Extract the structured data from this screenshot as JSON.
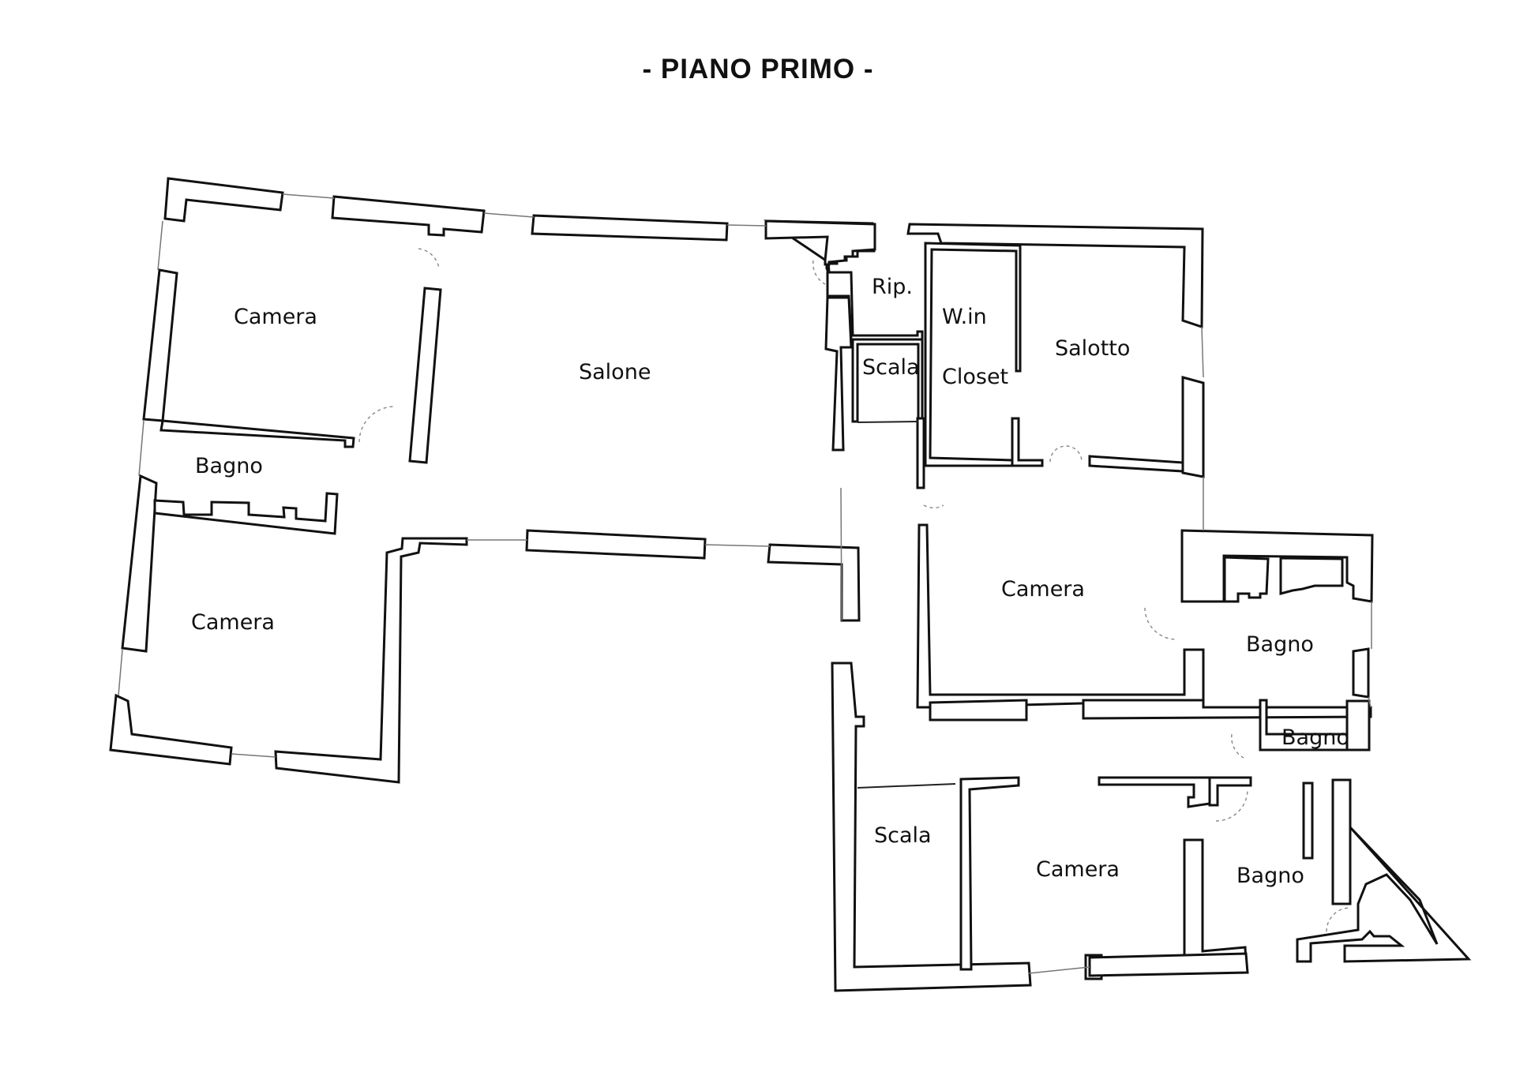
{
  "title": "- PIANO PRIMO -",
  "rooms": {
    "camera_1": "Camera",
    "bagno_1": "Bagno",
    "camera_2": "Camera",
    "salone": "Salone",
    "rip": "Rip.",
    "scala_1": "Scala",
    "win": "W.in",
    "closet": "Closet",
    "salotto": "Salotto",
    "camera_3": "Camera",
    "bagno_2": "Bagno",
    "bagno_3": "Bagno",
    "scala_2": "Scala",
    "camera_4": "Camera",
    "bagno_4": "Bagno"
  }
}
